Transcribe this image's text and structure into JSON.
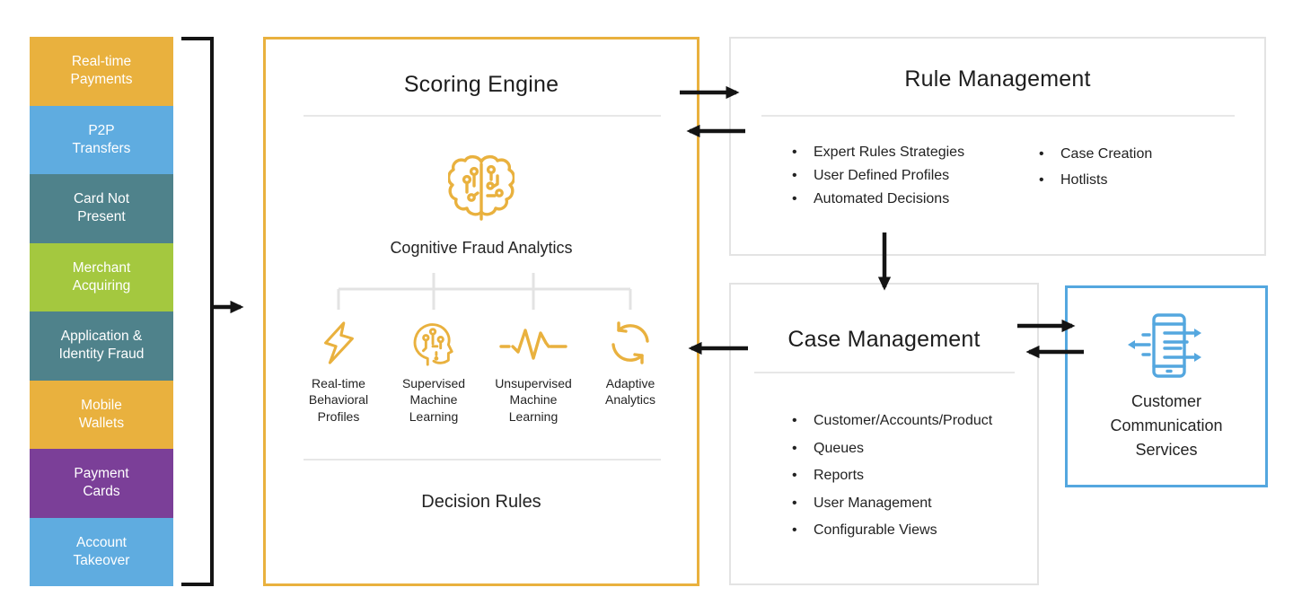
{
  "diagram": {
    "palette": {
      "accent_yellow": "#E9B13E",
      "accent_blue": "#5FACE0",
      "accent_teal": "#4F828B",
      "accent_green": "#A4C83F",
      "accent_purple": "#7B3F98",
      "ccs_border_blue": "#54A7DF",
      "arrow_black": "#141414",
      "connector_gray": "#E3E3E3"
    },
    "channels": [
      {
        "label": "Real-time\nPayments",
        "color": "#E9B13E"
      },
      {
        "label": "P2P\nTransfers",
        "color": "#5FACE0"
      },
      {
        "label": "Card Not\nPresent",
        "color": "#4F828B"
      },
      {
        "label": "Merchant\nAcquiring",
        "color": "#A4C83F"
      },
      {
        "label": "Application &\nIdentity Fraud",
        "color": "#4F828B"
      },
      {
        "label": "Mobile\nWallets",
        "color": "#E9B13E"
      },
      {
        "label": "Payment\nCards",
        "color": "#7B3F98"
      },
      {
        "label": "Account\nTakeover",
        "color": "#5FACE0"
      }
    ],
    "scoring_engine": {
      "title": "Scoring Engine",
      "center_icon": "brain-circuit-icon",
      "center_label": "Cognitive Fraud Analytics",
      "components": [
        {
          "icon": "lightning-icon",
          "label": "Real-time\nBehavioral\nProfiles"
        },
        {
          "icon": "head-circuit-icon",
          "label": "Supervised\nMachine\nLearning"
        },
        {
          "icon": "waveform-icon",
          "label": "Unsupervised\nMachine\nLearning"
        },
        {
          "icon": "sync-arrows-icon",
          "label": "Adaptive\nAnalytics"
        }
      ],
      "footer_label": "Decision Rules"
    },
    "rule_management": {
      "title": "Rule Management",
      "bullets_col1": [
        "Expert Rules Strategies",
        "User Defined Profiles",
        "Automated Decisions"
      ],
      "bullets_col2": [
        "Case Creation",
        "Hotlists"
      ]
    },
    "case_management": {
      "title": "Case Management",
      "bullets": [
        "Customer/Accounts/Product",
        "Queues",
        "Reports",
        "User Management",
        "Configurable Views"
      ]
    },
    "customer_communication": {
      "icon": "phone-messages-icon",
      "label": "Customer\nCommunication\nServices"
    }
  }
}
